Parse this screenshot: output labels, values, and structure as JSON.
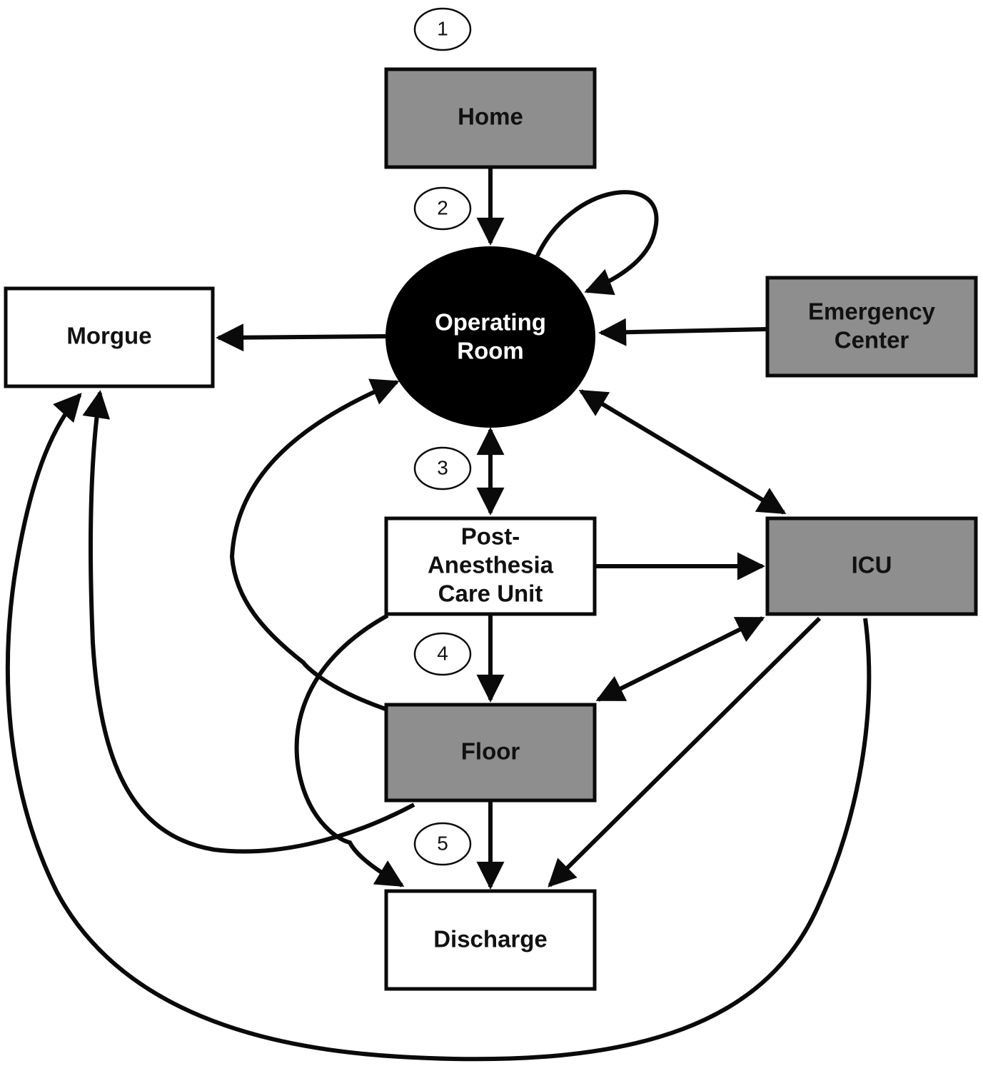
{
  "nodes": {
    "home": {
      "label": "Home",
      "fill": "#8e8e8e"
    },
    "operating_room": {
      "lines": [
        "Operating",
        "Room"
      ],
      "fill": "#000000"
    },
    "morgue": {
      "label": "Morgue",
      "fill": "#ffffff"
    },
    "emergency_center": {
      "lines": [
        "Emergency",
        "Center"
      ],
      "fill": "#8e8e8e"
    },
    "pacu": {
      "lines": [
        "Post-",
        "Anesthesia",
        "Care Unit"
      ],
      "fill": "#ffffff"
    },
    "icu": {
      "label": "ICU",
      "fill": "#8e8e8e"
    },
    "floor": {
      "label": "Floor",
      "fill": "#8e8e8e"
    },
    "discharge": {
      "label": "Discharge",
      "fill": "#ffffff"
    }
  },
  "steps": [
    "1",
    "2",
    "3",
    "4",
    "5"
  ],
  "edges": [
    {
      "from": "Home",
      "to": "Operating Room",
      "direction": "one-way"
    },
    {
      "from": "Operating Room",
      "to": "Operating Room",
      "direction": "loop"
    },
    {
      "from": "Emergency Center",
      "to": "Operating Room",
      "direction": "one-way"
    },
    {
      "from": "Operating Room",
      "to": "Morgue",
      "direction": "one-way"
    },
    {
      "from": "Operating Room",
      "to": "Post-Anesthesia Care Unit",
      "direction": "two-way"
    },
    {
      "from": "Operating Room",
      "to": "ICU",
      "direction": "two-way"
    },
    {
      "from": "Post-Anesthesia Care Unit",
      "to": "ICU",
      "direction": "one-way"
    },
    {
      "from": "Post-Anesthesia Care Unit",
      "to": "Floor",
      "direction": "one-way"
    },
    {
      "from": "Post-Anesthesia Care Unit",
      "to": "Discharge",
      "direction": "one-way"
    },
    {
      "from": "ICU",
      "to": "Floor",
      "direction": "two-way"
    },
    {
      "from": "Floor",
      "to": "Operating Room",
      "direction": "one-way"
    },
    {
      "from": "Floor",
      "to": "Discharge",
      "direction": "one-way"
    },
    {
      "from": "Floor",
      "to": "Morgue",
      "direction": "one-way"
    },
    {
      "from": "ICU",
      "to": "Discharge",
      "direction": "one-way"
    },
    {
      "from": "ICU",
      "to": "Morgue",
      "direction": "one-way"
    }
  ]
}
